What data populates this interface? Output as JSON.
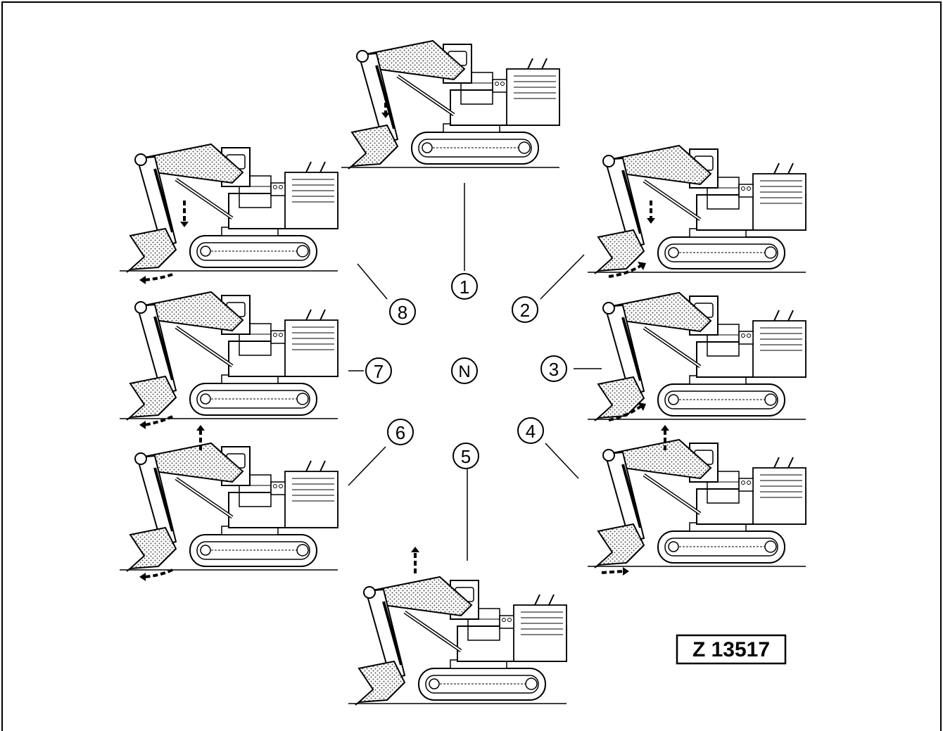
{
  "diagram": {
    "center_label": "N",
    "positions": [
      {
        "label": "1"
      },
      {
        "label": "2"
      },
      {
        "label": "3"
      },
      {
        "label": "4"
      },
      {
        "label": "5"
      },
      {
        "label": "6"
      },
      {
        "label": "7"
      },
      {
        "label": "8"
      }
    ],
    "figure_id": "Z 13517"
  },
  "colors": {
    "line": "#000000",
    "background": "#ffffff",
    "hatch": "#8a8a8a"
  }
}
